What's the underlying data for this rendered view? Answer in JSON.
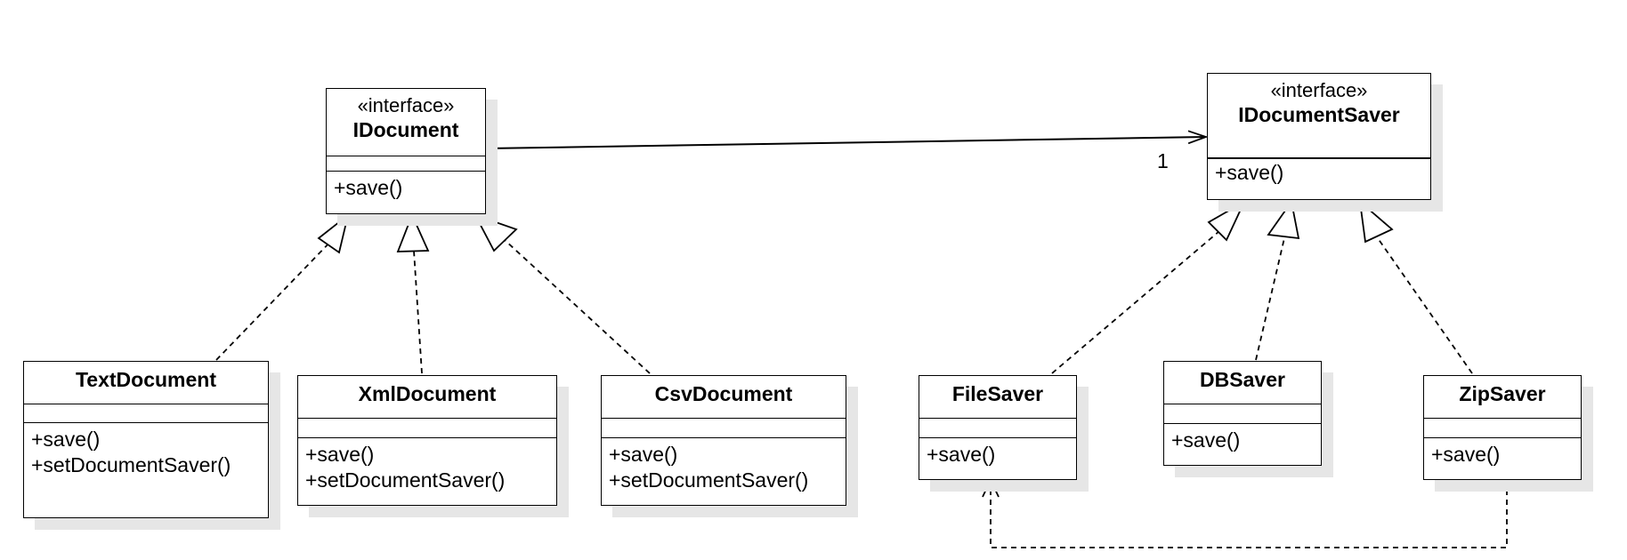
{
  "classes": {
    "idocument": {
      "stereotype": "«interface»",
      "name": "IDocument",
      "ops": [
        "+save()"
      ]
    },
    "idocumentsaver": {
      "stereotype": "«interface»",
      "name": "IDocumentSaver",
      "ops": [
        "+save()"
      ]
    },
    "textdocument": {
      "name": "TextDocument",
      "ops": [
        "+save()",
        "+setDocumentSaver()"
      ]
    },
    "xmldocument": {
      "name": "XmlDocument",
      "ops": [
        "+save()",
        "+setDocumentSaver()"
      ]
    },
    "csvdocument": {
      "name": "CsvDocument",
      "ops": [
        "+save()",
        "+setDocumentSaver()"
      ]
    },
    "filesaver": {
      "name": "FileSaver",
      "ops": [
        "+save()"
      ]
    },
    "dbsaver": {
      "name": "DBSaver",
      "ops": [
        "+save()"
      ]
    },
    "zipsaver": {
      "name": "ZipSaver",
      "ops": [
        "+save()"
      ]
    }
  },
  "association": {
    "multiplicity": "1"
  }
}
